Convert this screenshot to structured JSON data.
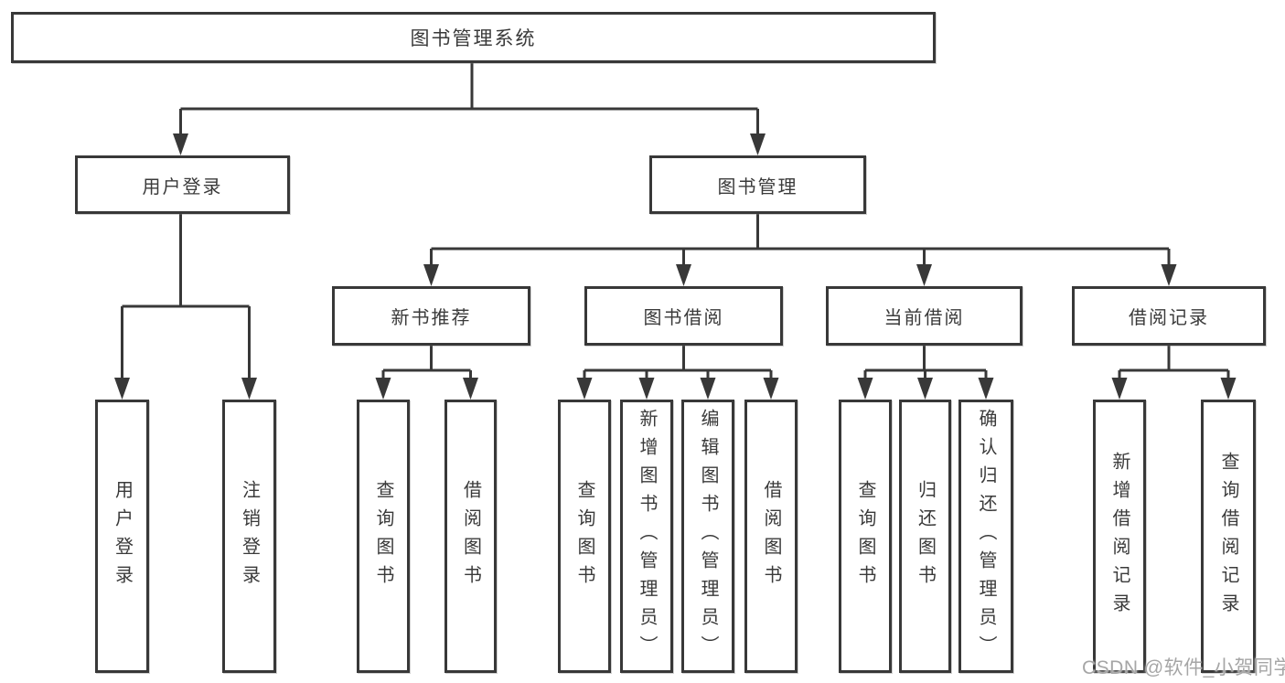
{
  "tree": {
    "label": "图书管理系统",
    "children": [
      {
        "label": "用户登录",
        "children": [
          {
            "label": "用户登录"
          },
          {
            "label": "注销登录"
          }
        ]
      },
      {
        "label": "图书管理",
        "children": [
          {
            "label": "新书推荐",
            "children": [
              {
                "label": "查询图书"
              },
              {
                "label": "借阅图书"
              }
            ]
          },
          {
            "label": "图书借阅",
            "children": [
              {
                "label": "查询图书"
              },
              {
                "label": "新增图书（管理员）"
              },
              {
                "label": "编辑图书（管理员）"
              },
              {
                "label": "借阅图书"
              }
            ]
          },
          {
            "label": "当前借阅",
            "children": [
              {
                "label": "查询图书"
              },
              {
                "label": "归还图书"
              },
              {
                "label": "确认归还（管理员）"
              }
            ]
          },
          {
            "label": "借阅记录",
            "children": [
              {
                "label": "新增借阅记录"
              },
              {
                "label": "查询借阅记录"
              }
            ]
          }
        ]
      }
    ]
  },
  "watermark": "CSDN @软件_小贺同学",
  "colors": {
    "line": "#383838",
    "text": "#3a3a3a",
    "box_background": "#ffffff",
    "page_background": "#ffffff",
    "watermark": "#a6a6a6"
  }
}
